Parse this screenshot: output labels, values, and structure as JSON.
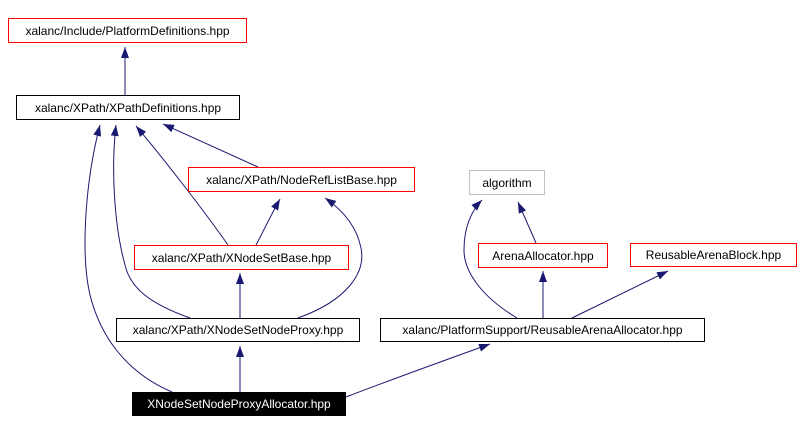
{
  "diagram": {
    "kind": "doxygen-include-dependency-graph",
    "current_file": "XNodeSetNodeProxyAllocator.hpp"
  },
  "nodes": {
    "platformDefinitions": {
      "label": "xalanc/Include/PlatformDefinitions.hpp",
      "style": "red-border"
    },
    "xpathDefinitions": {
      "label": "xalanc/XPath/XPathDefinitions.hpp",
      "style": "black-border"
    },
    "nodeRefListBase": {
      "label": "xalanc/XPath/NodeRefListBase.hpp",
      "style": "red-border"
    },
    "algorithm": {
      "label": "algorithm",
      "style": "gray-border"
    },
    "xnodeSetBase": {
      "label": "xalanc/XPath/XNodeSetBase.hpp",
      "style": "red-border"
    },
    "arenaAllocator": {
      "label": "ArenaAllocator.hpp",
      "style": "red-border"
    },
    "reusableArenaBlock": {
      "label": "ReusableArenaBlock.hpp",
      "style": "red-border"
    },
    "xnodeSetNodeProxy": {
      "label": "xalanc/XPath/XNodeSetNodeProxy.hpp",
      "style": "black-border"
    },
    "reusableArenaAllocator": {
      "label": "xalanc/PlatformSupport/ReusableArenaAllocator.hpp",
      "style": "black-border"
    },
    "xnodeSetNodeProxyAllocator": {
      "label": "XNodeSetNodeProxyAllocator.hpp",
      "style": "current-filled"
    }
  },
  "edges": [
    {
      "from": "xpathDefinitions",
      "to": "platformDefinitions"
    },
    {
      "from": "nodeRefListBase",
      "to": "xpathDefinitions"
    },
    {
      "from": "xnodeSetBase",
      "to": "xpathDefinitions"
    },
    {
      "from": "xnodeSetBase",
      "to": "nodeRefListBase"
    },
    {
      "from": "xnodeSetNodeProxy",
      "to": "nodeRefListBase"
    },
    {
      "from": "xnodeSetNodeProxy",
      "to": "xnodeSetBase"
    },
    {
      "from": "xnodeSetNodeProxy",
      "to": "xpathDefinitions"
    },
    {
      "from": "xnodeSetNodeProxyAllocator",
      "to": "xpathDefinitions"
    },
    {
      "from": "xnodeSetNodeProxyAllocator",
      "to": "xnodeSetNodeProxy"
    },
    {
      "from": "xnodeSetNodeProxyAllocator",
      "to": "reusableArenaAllocator"
    },
    {
      "from": "reusableArenaAllocator",
      "to": "arenaAllocator"
    },
    {
      "from": "reusableArenaAllocator",
      "to": "algorithm"
    },
    {
      "from": "arenaAllocator",
      "to": "algorithm"
    },
    {
      "from": "reusableArenaAllocator",
      "to": "reusableArenaBlock"
    }
  ],
  "colors": {
    "background": "#ffffff",
    "edge": "#191970",
    "red_border": "#ff0000",
    "black_border": "#000000",
    "gray_border": "#c0c0c0",
    "node_bg": "#ffffff",
    "text": "#000000",
    "current_node_bg": "#000000",
    "current_node_text": "#ffffff"
  }
}
